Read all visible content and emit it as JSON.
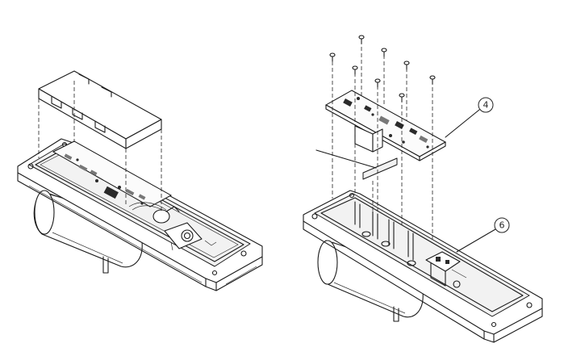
{
  "callouts": [
    {
      "id": "c4",
      "label": "4"
    },
    {
      "id": "c6",
      "label": "6"
    }
  ],
  "colors": {
    "line": "#1a1a1a",
    "background": "#ffffff"
  }
}
